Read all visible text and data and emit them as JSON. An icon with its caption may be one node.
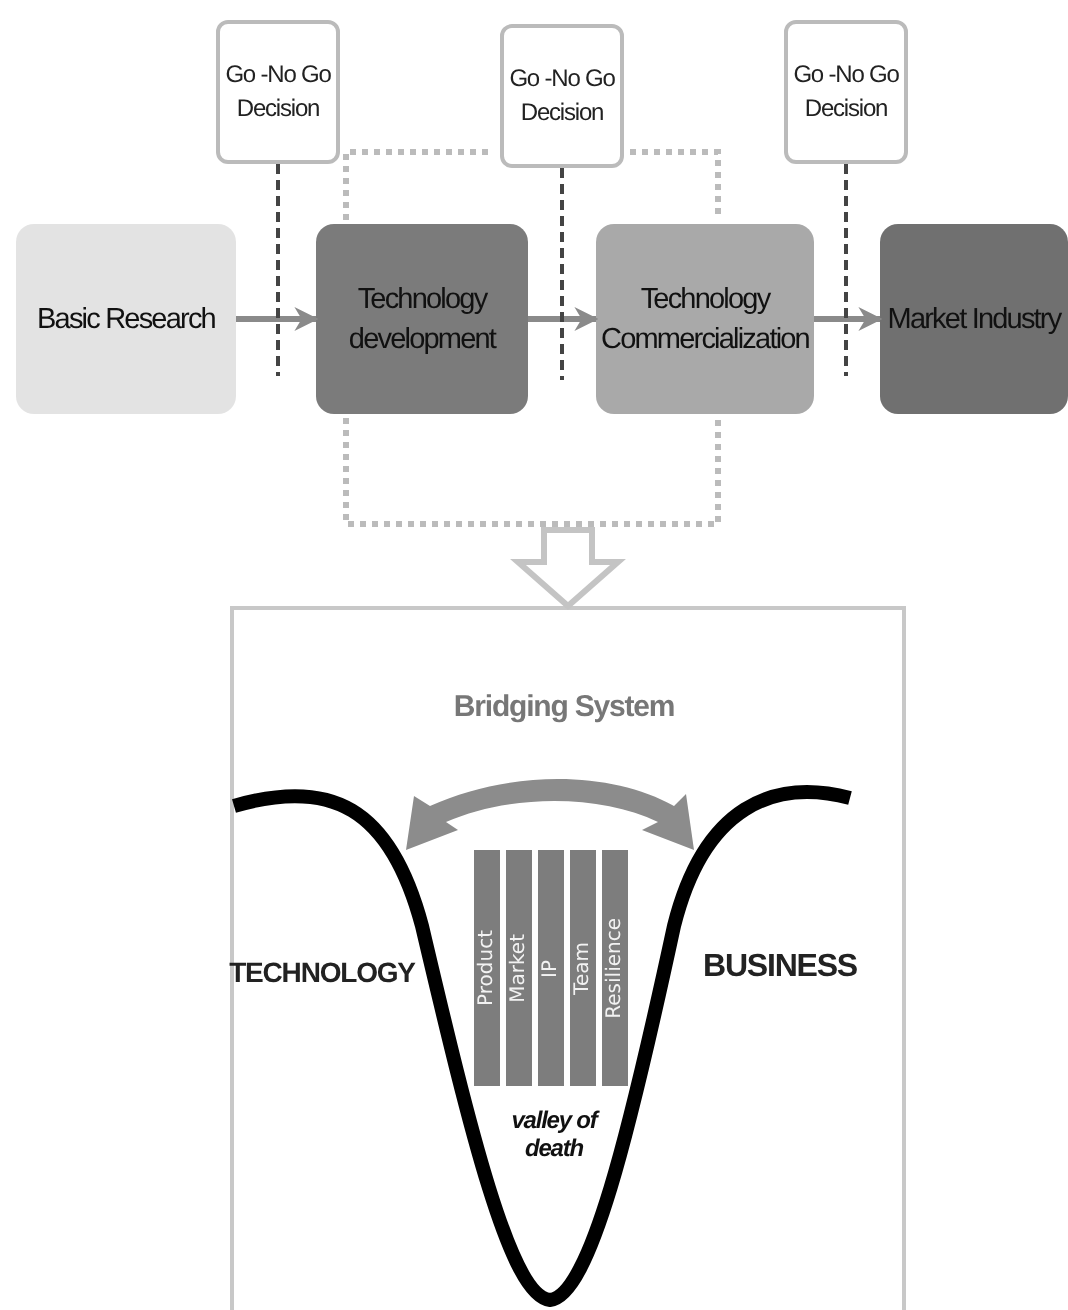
{
  "diagram": {
    "nodes": [
      {
        "text": [
          "Go -No Go Decision"
        ]
      },
      {
        "text": [
          "Go -No Go Decision"
        ]
      },
      {
        "text": [
          "Go -No Go Decision"
        ]
      },
      {
        "text": [
          "Basic Research"
        ]
      },
      {
        "text": [
          "Technology development"
        ]
      },
      {
        "text": [
          "Technology Commercialization"
        ]
      },
      {
        "text": [
          "Market Industry"
        ]
      },
      {
        "text": [],
        "shape": "box"
      },
      {
        "text": [
          "Product"
        ],
        "in": 7
      },
      {
        "text": [
          "Market"
        ],
        "in": 7
      },
      {
        "text": [
          "IP"
        ],
        "in": 7
      },
      {
        "text": [
          "Team"
        ],
        "in": 7
      },
      {
        "text": [
          "Resilience"
        ],
        "in": 7
      }
    ],
    "edges": [
      {
        "from": 3,
        "to": 4,
        "arrow": "to"
      },
      {
        "from": 4,
        "to": 5,
        "arrow": "to"
      },
      {
        "from": 5,
        "to": 6,
        "arrow": "to"
      },
      {
        "from": 0,
        "to": null,
        "arrow": "none",
        "style": "dashed"
      },
      {
        "from": 1,
        "to": null,
        "arrow": "none",
        "style": "dashed"
      },
      {
        "from": 2,
        "to": null,
        "arrow": "none",
        "style": "dashed"
      },
      {
        "from": null,
        "to": 7,
        "arrow": "to",
        "style": "thick"
      }
    ],
    "labels": [
      "Bridging System",
      "TECHNOLOGY",
      "BUSINESS",
      "valley of death"
    ]
  }
}
